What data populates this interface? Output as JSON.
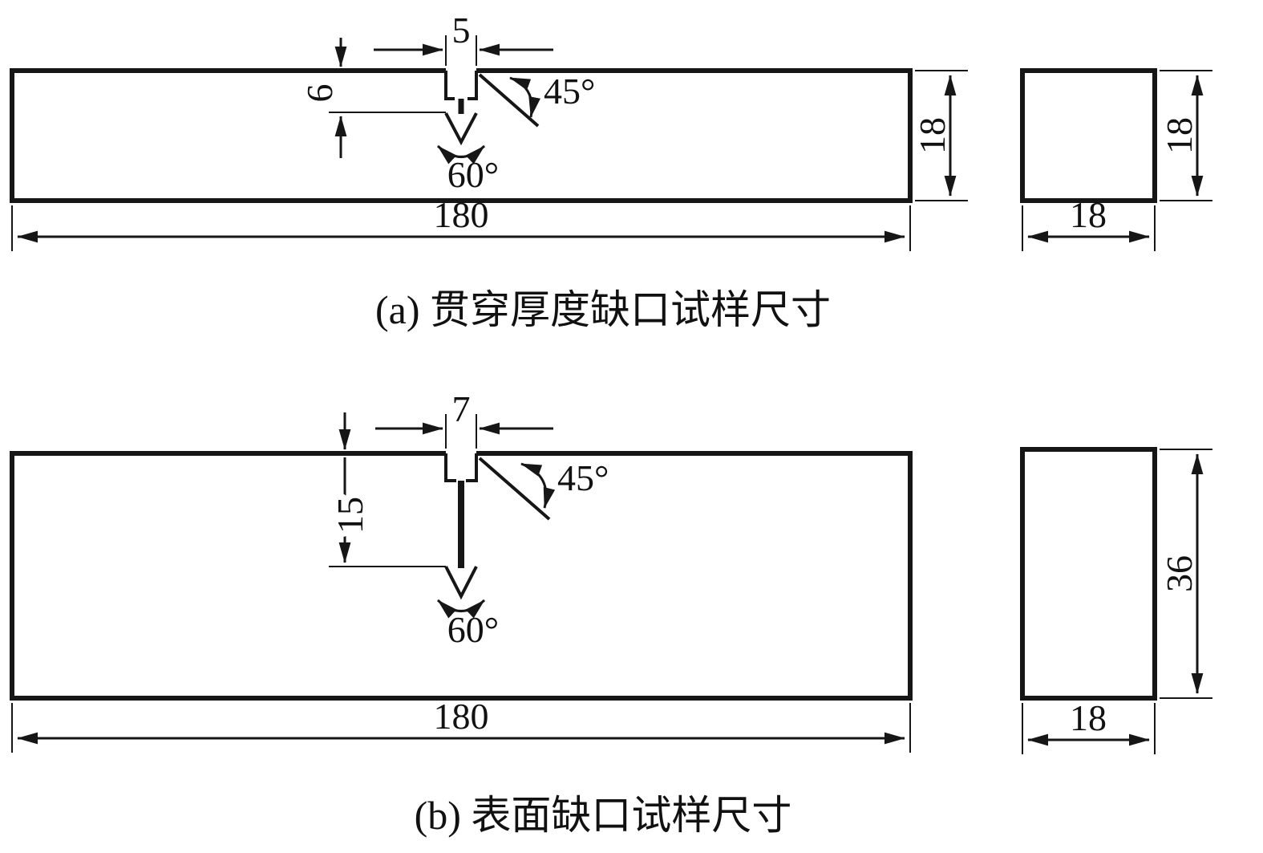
{
  "figA": {
    "caption": "(a) 贯穿厚度缺口试样尺寸",
    "notch_width": "5",
    "notch_depth": "6",
    "chamfer_angle": "45°",
    "vee_angle": "60°",
    "bar_height": "18",
    "bar_length": "180",
    "section_height": "18",
    "section_width": "18"
  },
  "figB": {
    "caption": "(b) 表面缺口试样尺寸",
    "notch_width": "7",
    "notch_depth": "15",
    "chamfer_angle": "45°",
    "vee_angle": "60°",
    "bar_length": "180",
    "section_height": "36",
    "section_width": "18"
  }
}
